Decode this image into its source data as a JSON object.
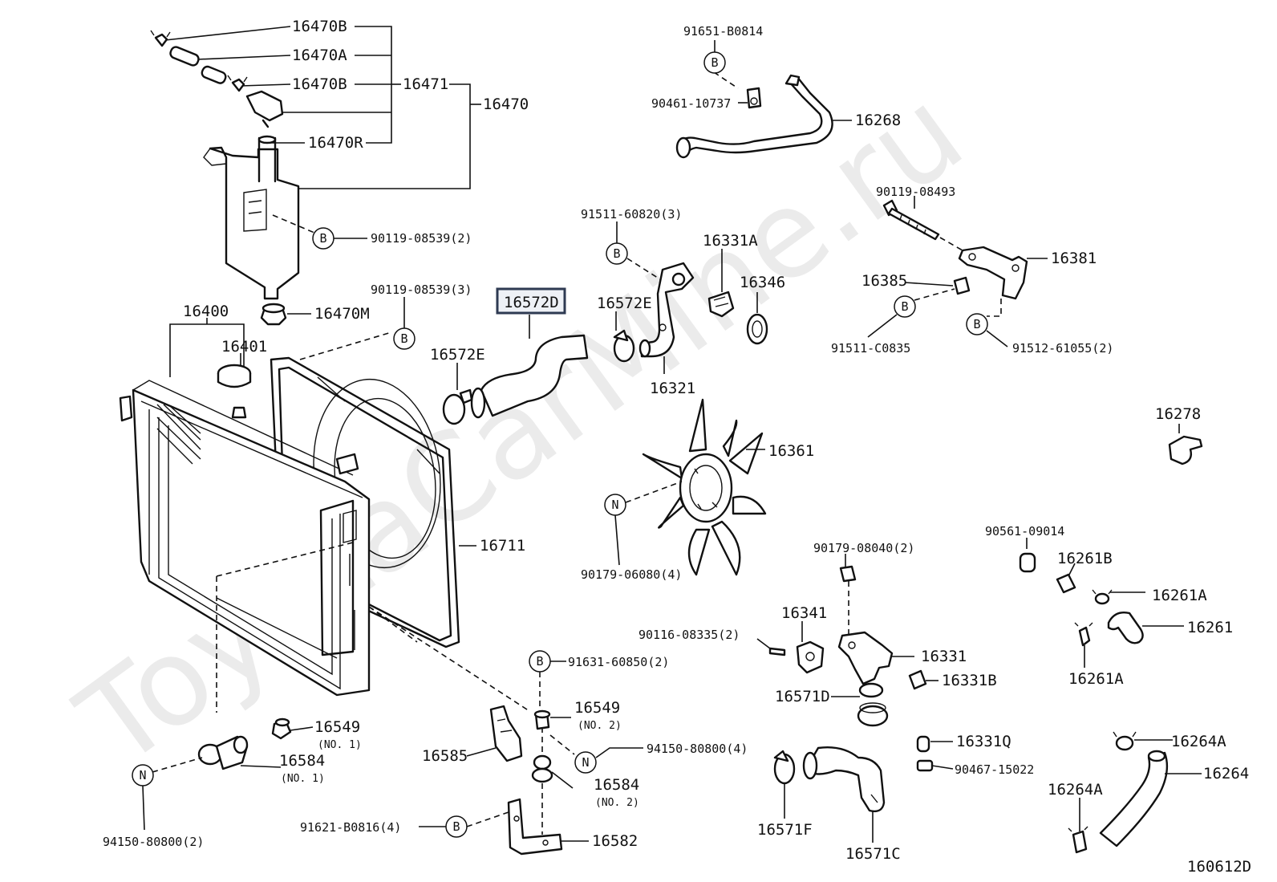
{
  "watermark": "ToyotaCarMine.ru",
  "diagram_code": "160612D",
  "highlighted_part": "16572D",
  "markers": {
    "b": "B",
    "n": "N"
  },
  "labels": {
    "p16470B_top": "16470B",
    "p16470A": "16470A",
    "p16470B_mid": "16470B",
    "p16471": "16471",
    "p16470": "16470",
    "p16470R": "16470R",
    "p90119_08539_2": "90119-08539(2)",
    "p16470M": "16470M",
    "p90119_08539_3": "90119-08539(3)",
    "p16400": "16400",
    "p16401": "16401",
    "p16572D": "16572D",
    "p16572E_left": "16572E",
    "p16572E_right": "16572E",
    "p16711": "16711",
    "p91651_B0814": "91651-B0814",
    "p90461_10737": "90461-10737",
    "p16268": "16268",
    "p91511_60820": "91511-60820(3)",
    "p16331A": "16331A",
    "p16346": "16346",
    "p16321": "16321",
    "p16361": "16361",
    "p90179_06080": "90179-06080(4)",
    "p90119_08493": "90119-08493",
    "p16381": "16381",
    "p16385": "16385",
    "p91511_C0835": "91511-C0835",
    "p91512_61055": "91512-61055(2)",
    "p16278": "16278",
    "p90561_09014": "90561-09014",
    "p16261B": "16261B",
    "p16261A_top": "16261A",
    "p16261": "16261",
    "p16261A_bot": "16261A",
    "p90179_08040": "90179-08040(2)",
    "p16341": "16341",
    "p90116_08335": "90116-08335(2)",
    "p16331": "16331",
    "p16331B": "16331B",
    "p16571D": "16571D",
    "p16331Q": "16331Q",
    "p90467_15022": "90467-15022",
    "p16264A_top": "16264A",
    "p16264": "16264",
    "p16264A_bot": "16264A",
    "p16571F": "16571F",
    "p16571C": "16571C",
    "p91631_60850": "91631-60850(2)",
    "p16549_no2": "16549",
    "p16549_no2_sub": "(NO. 2)",
    "p94150_80800_4": "94150-80800(4)",
    "p16585": "16585",
    "p16584_no2": "16584",
    "p16584_no2_sub": "(NO. 2)",
    "p91621_B0816": "91621-B0816(4)",
    "p16582": "16582",
    "p16549_no1": "16549",
    "p16549_no1_sub": "(NO. 1)",
    "p16584_no1": "16584",
    "p16584_no1_sub": "(NO. 1)",
    "p94150_80800_2": "94150-80800(2)"
  }
}
